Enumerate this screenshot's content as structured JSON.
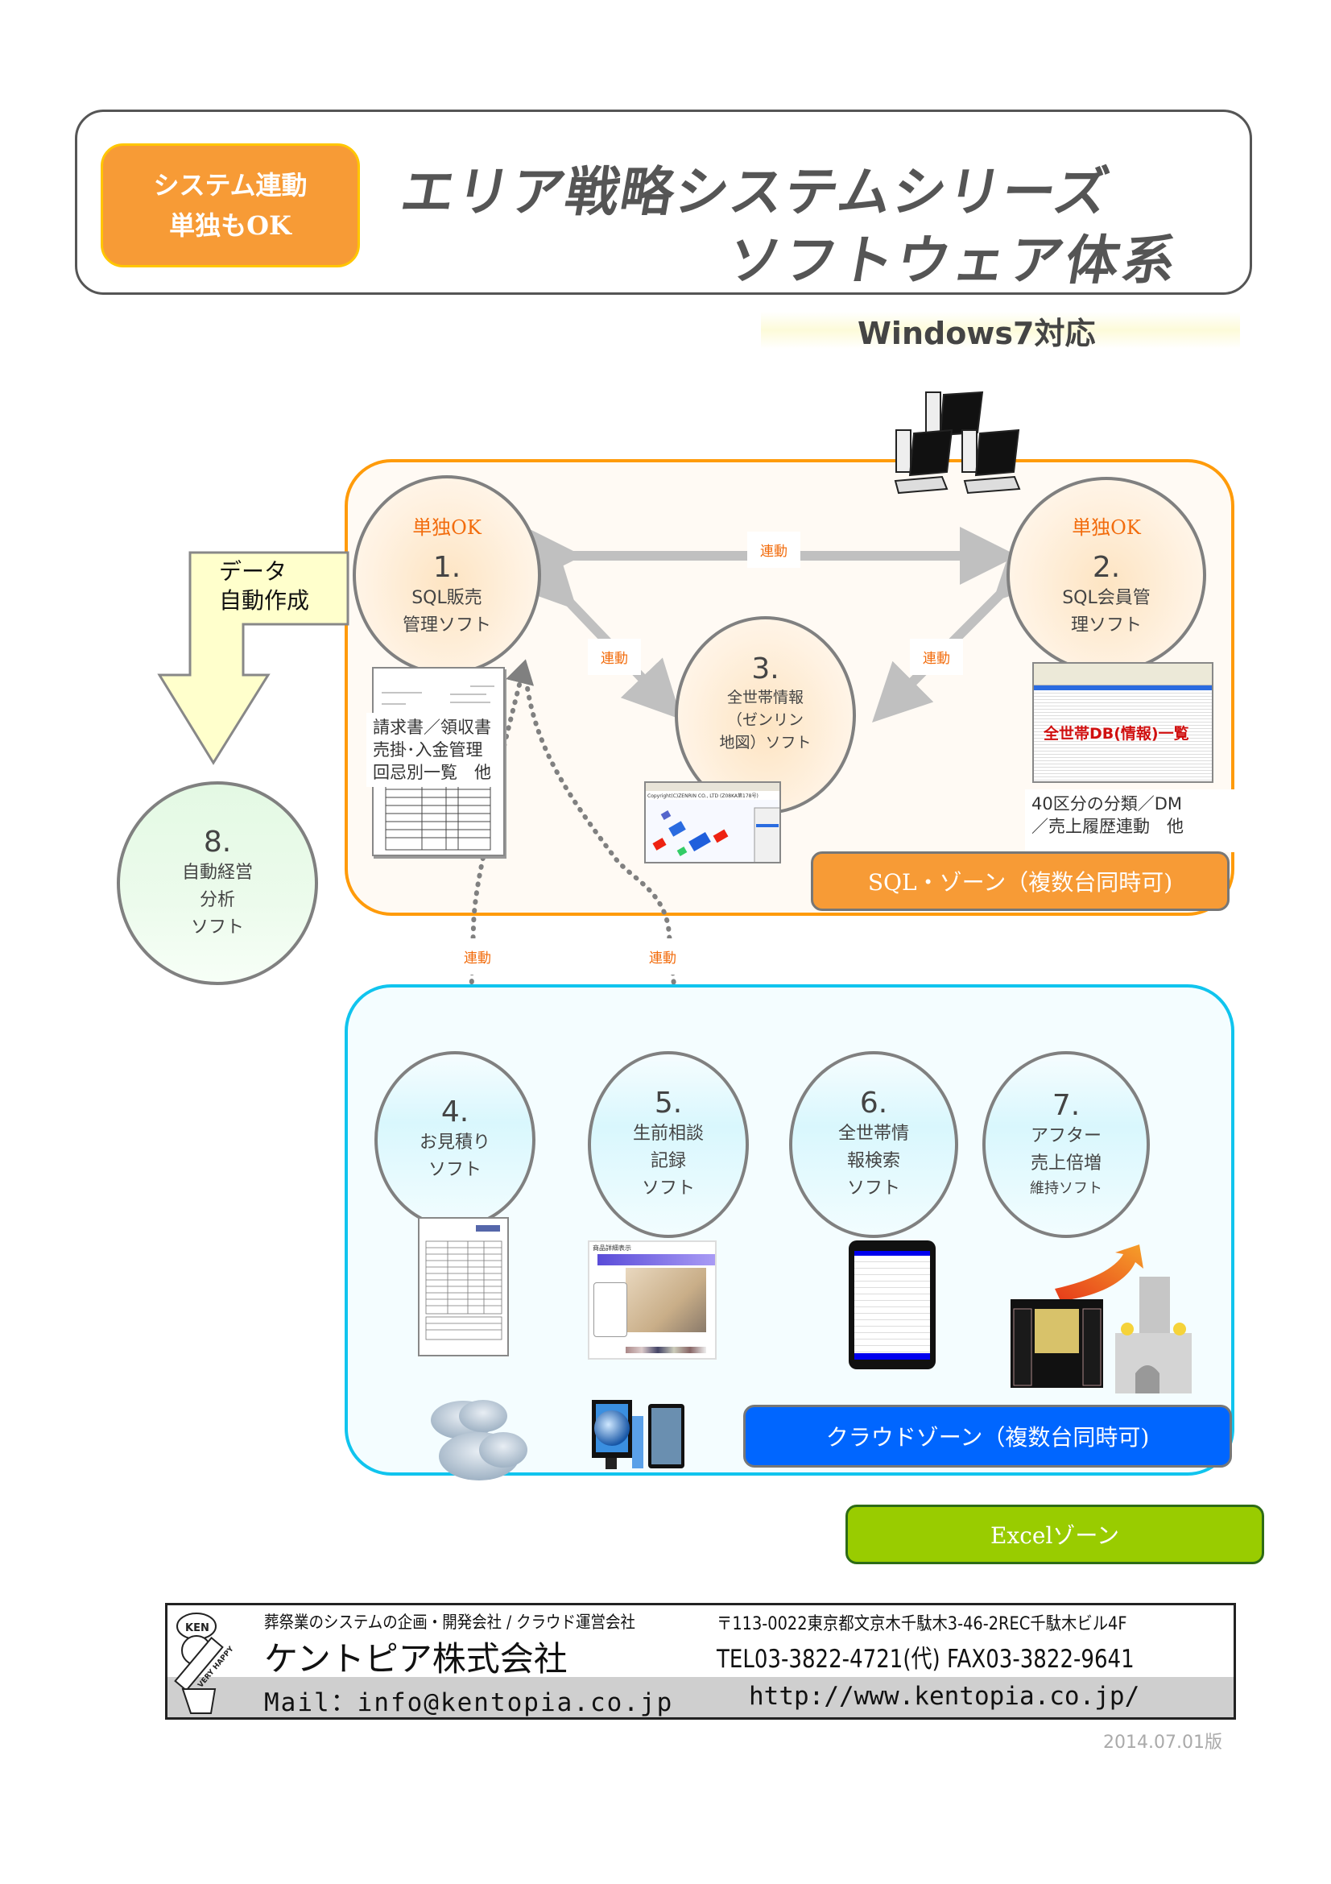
{
  "header": {
    "badge_line1": "システム連動",
    "badge_line2": "単独もOK",
    "title_line1": "エリア戦略システムシリーズ",
    "title_line2": "ソフトウェア体系",
    "windows_label": "Windows7対応"
  },
  "colors": {
    "sql_zone": "#ff9b0a",
    "cloud_zone": "#10c4ee",
    "accent_orange": "#f26c0d",
    "cloud_button": "#0066ff",
    "excel_button": "#99cc00"
  },
  "link_label": "連動",
  "data_arrow": {
    "line1": "データ",
    "line2": "自動作成"
  },
  "sql_zone": {
    "label": "SQL・ゾーン（複数台同時可)",
    "nodes": [
      {
        "solo": "単独OK",
        "num": "1.",
        "line1": "SQL販売",
        "line2": "管理ソフト"
      },
      {
        "solo": "単独OK",
        "num": "2.",
        "line1": "SQL会員管",
        "line2": "理ソフト"
      },
      {
        "num": "3.",
        "line1": "全世帯情報",
        "line2": "（ゼンリン",
        "line3": "地図）ソフト"
      }
    ],
    "caption1": [
      "請求書／領収書",
      "売掛･入金管理",
      "回忌別一覧　他"
    ],
    "caption2": [
      "40区分の分類／DM",
      "／売上履歴連動　他"
    ],
    "map_copyright": "Copyright(C)ZENRIN CO., LTD (Z08KA第178号)",
    "db_overlay": "全世帯DB(情報)一覧"
  },
  "standalone_node": {
    "num": "8.",
    "line1": "自動経営",
    "line2": "分析",
    "line3": "ソフト"
  },
  "cloud_zone": {
    "label": "クラウドゾーン（複数台同時可)",
    "nodes": [
      {
        "num": "4.",
        "line1": "お見積り",
        "line2": "ソフト"
      },
      {
        "num": "5.",
        "line1": "生前相談",
        "line2": "記録",
        "line3": "ソフト"
      },
      {
        "num": "6.",
        "line1": "全世帯情",
        "line2": "報検索",
        "line3": "ソフト"
      },
      {
        "num": "7.",
        "line1": "アフター",
        "line2": "売上倍増",
        "line3": "維持ソフト"
      }
    ],
    "product_screen_title": "商品詳細表示"
  },
  "excel_zone": {
    "label": "Excelゾーン"
  },
  "footer": {
    "tagline": "葬祭業のシステムの企画・開発会社 / クラウド運営会社",
    "company": "ケントピア株式会社",
    "address": "〒113-0022東京都文京木千駄木3-46-2REC千駄木ビル4F",
    "phone": "TEL03-3822-4721(代) FAX03-3822-9641",
    "mail": "Mail：info@kentopia.co.jp",
    "url": "http://www.kentopia.co.jp/",
    "mascot_text": "VERY HAPPY",
    "mascot_cap": "KEN"
  },
  "version": "2014.07.01版"
}
